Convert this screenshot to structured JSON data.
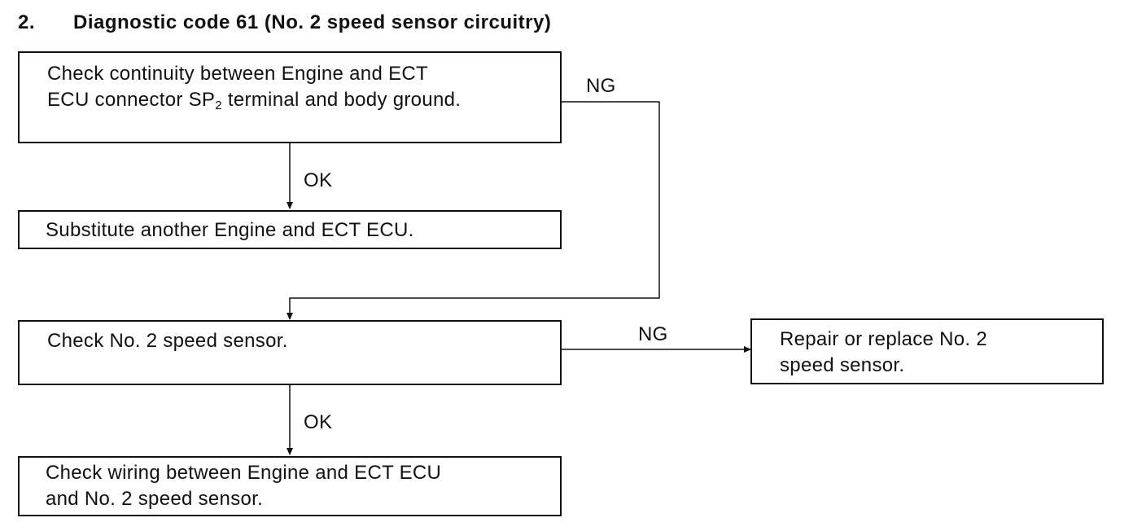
{
  "title": {
    "number": "2.",
    "text": "Diagnostic code 61 (No. 2 speed sensor circuitry)"
  },
  "steps": {
    "check_continuity": {
      "line1": "Check continuity between Engine and ECT",
      "line2_before": "ECU connector SP",
      "line2_sub": "2",
      "line2_after": " terminal and body ground."
    },
    "substitute_ecu": {
      "text": "Substitute another Engine and ECT ECU."
    },
    "check_sensor": {
      "text": "Check No. 2 speed sensor."
    },
    "repair_sensor": {
      "line1": "Repair or replace No. 2",
      "line2": "speed sensor."
    },
    "check_wiring": {
      "line1": "Check wiring between Engine and ECT ECU",
      "line2": "and No. 2 speed sensor."
    }
  },
  "edges": {
    "continuity_ng": "NG",
    "continuity_ok": "OK",
    "sensor_ng": "NG",
    "sensor_ok": "OK"
  },
  "colors": {
    "ink": "#111111",
    "background": "#ffffff"
  }
}
